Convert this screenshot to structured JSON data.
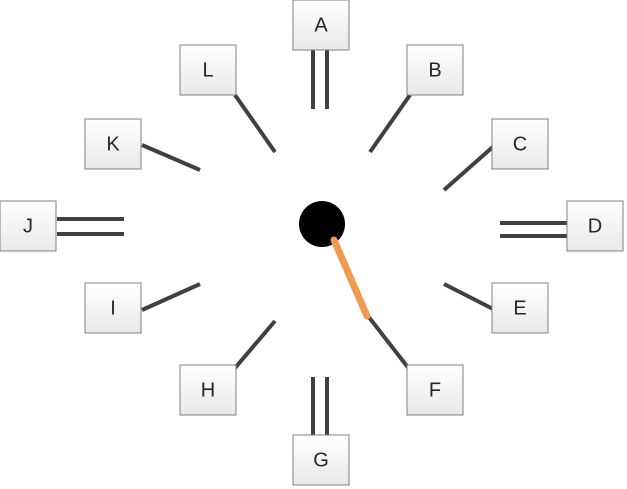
{
  "colors": {
    "background": "#ffffff",
    "tick": "#404040",
    "hub": "#000000",
    "pointer": "#ef9b4f",
    "box_fill_top": "#ffffff",
    "box_fill_bottom": "#e9e9e9",
    "box_border": "#7f7f7f"
  },
  "dial": {
    "positions": [
      "A",
      "B",
      "C",
      "D",
      "E",
      "F",
      "G",
      "H",
      "I",
      "J",
      "K",
      "L"
    ],
    "double_tick_labels": [
      "A",
      "D",
      "G",
      "J"
    ],
    "pointer_target": "F"
  }
}
